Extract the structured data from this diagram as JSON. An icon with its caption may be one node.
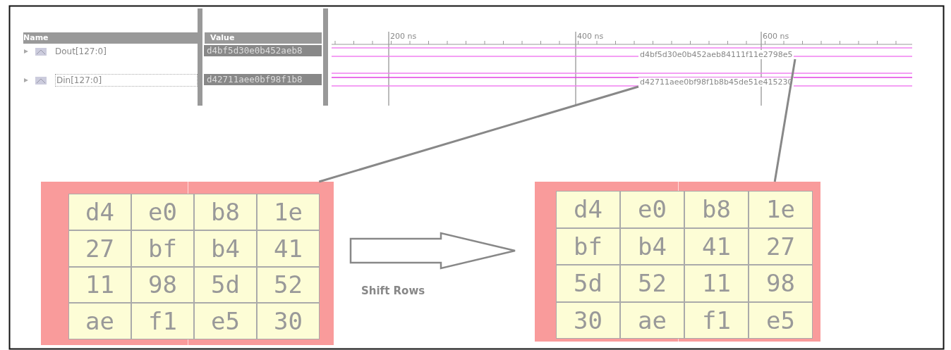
{
  "diagram": {
    "nodes": [
      {
        "text": [
          "d4bf5d30e0b452aeb84111f11e2798e5"
        ]
      },
      {
        "text": [
          "d42711aee0bf98f1b8b45de51e415230"
        ]
      },
      {
        "text": [
          "d4",
          "e0",
          "b8",
          "1e",
          "27",
          "bf",
          "b4",
          "41",
          "11",
          "98",
          "5d",
          "52",
          "ae",
          "f1",
          "e5",
          "30"
        ]
      },
      {
        "text": [
          "d4",
          "e0",
          "b8",
          "1e",
          "bf",
          "b4",
          "41",
          "27",
          "5d",
          "52",
          "11",
          "98",
          "30",
          "ae",
          "f1",
          "e5"
        ]
      }
    ],
    "edges": [
      {
        "from": 1,
        "to": 2,
        "arrow": "none"
      },
      {
        "from": 0,
        "to": 3,
        "arrow": "none"
      },
      {
        "from": 2,
        "to": 3,
        "arrow": "to",
        "label": "Shift Rows"
      }
    ],
    "labels": [
      "Name",
      "Value",
      "Dout[127:0]",
      "d4bf5d30e0b452aeb8",
      "Din[127:0]",
      "d42711aee0bf98f1b8",
      "200 ns",
      "400 ns",
      "600 ns"
    ]
  }
}
